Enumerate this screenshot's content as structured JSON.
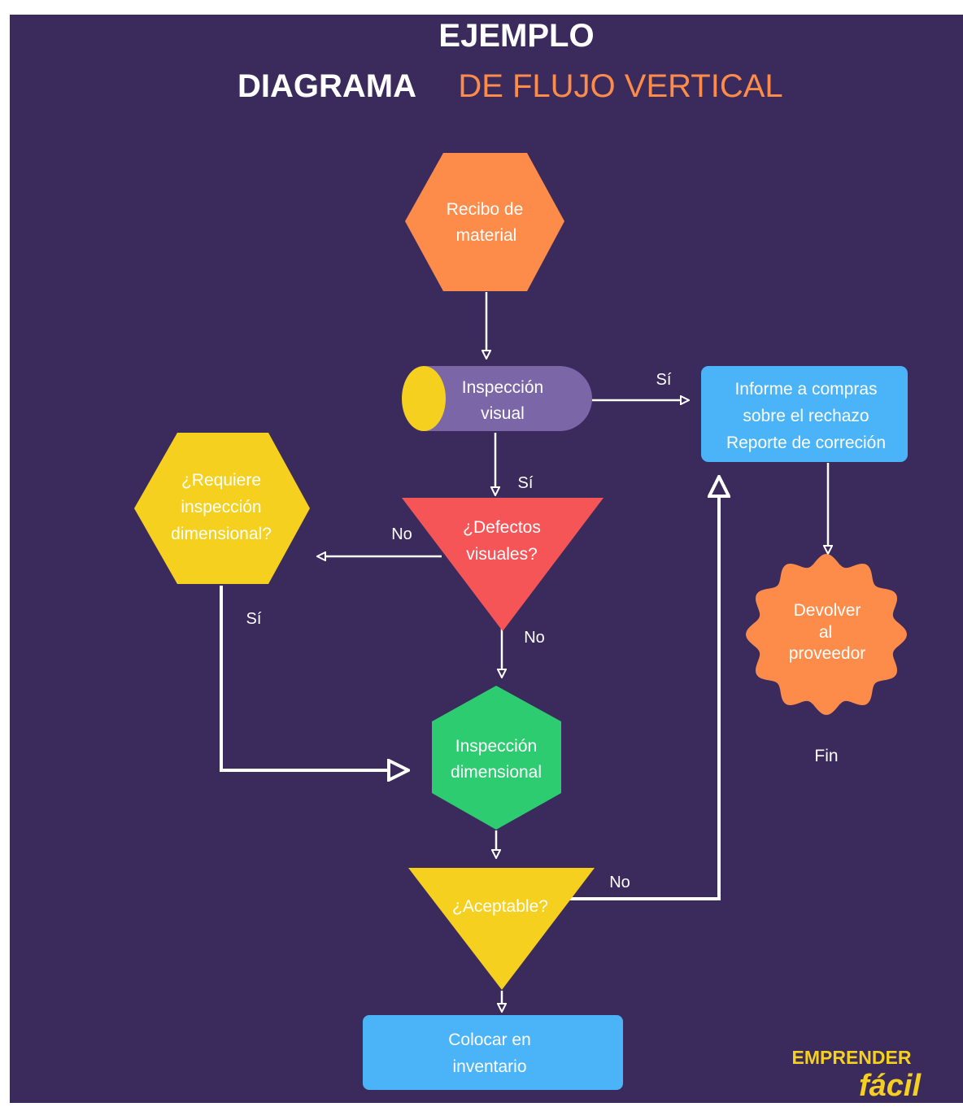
{
  "title": {
    "line1": "EJEMPLO",
    "line2_a": "DIAGRAMA",
    "line2_b": "DE FLUJO VERTICAL"
  },
  "nodes": {
    "recibo": [
      "Recibo de",
      "material"
    ],
    "inspeccion_visual": [
      "Inspección",
      "visual"
    ],
    "informe": [
      "Informe a compras",
      "sobre el rechazo",
      "Reporte de correción"
    ],
    "requiere": [
      "¿Requiere",
      "inspección",
      "dimensional?"
    ],
    "defectos": [
      "¿Defectos",
      "visuales?"
    ],
    "devolver": [
      "Devolver",
      "al",
      "proveedor"
    ],
    "inspeccion_dimensional": [
      "Inspección",
      "dimensional"
    ],
    "aceptable": [
      "¿Aceptable?"
    ],
    "colocar": [
      "Colocar en",
      "inventario"
    ]
  },
  "edge_labels": {
    "si_visual_informe": "Sí",
    "si_visual_defectos": "Sí",
    "no_defectos_requiere": "No",
    "no_defectos_dimensional": "No",
    "si_requiere_dimensional": "Sí",
    "no_aceptable_informe": "No",
    "fin": "Fin"
  },
  "logo": {
    "line1": "EMPRENDER",
    "line2": "fácil"
  },
  "colors": {
    "background": "#3b2a5c",
    "orange": "#fd8c4b",
    "purple": "#7b67a7",
    "yellow": "#f5d01e",
    "blue": "#4bb4f8",
    "red": "#f65558",
    "green": "#2ecc71",
    "line": "#ffffff"
  }
}
